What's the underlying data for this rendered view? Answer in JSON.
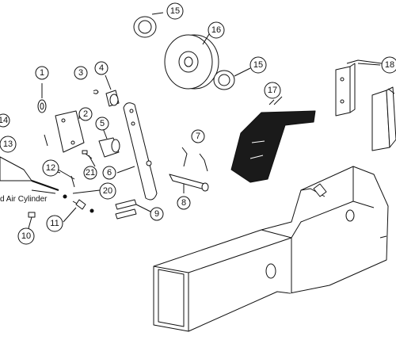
{
  "callouts": {
    "c1": "1",
    "c2": "2",
    "c3": "3",
    "c4": "4",
    "c5": "5",
    "c6": "6",
    "c7": "7",
    "c8": "8",
    "c9": "9",
    "c10": "10",
    "c11": "11",
    "c12": "12",
    "c13": "13",
    "c14": "14",
    "c15a": "15",
    "c15b": "15",
    "c16": "16",
    "c17": "17",
    "c18": "18",
    "c20": "20",
    "c21": "21"
  },
  "labels": {
    "air_cylinder": "d Air Cylinder"
  },
  "colors": {
    "line": "#111111",
    "fill": "#ffffff",
    "dark_part": "#1a1a1a"
  }
}
